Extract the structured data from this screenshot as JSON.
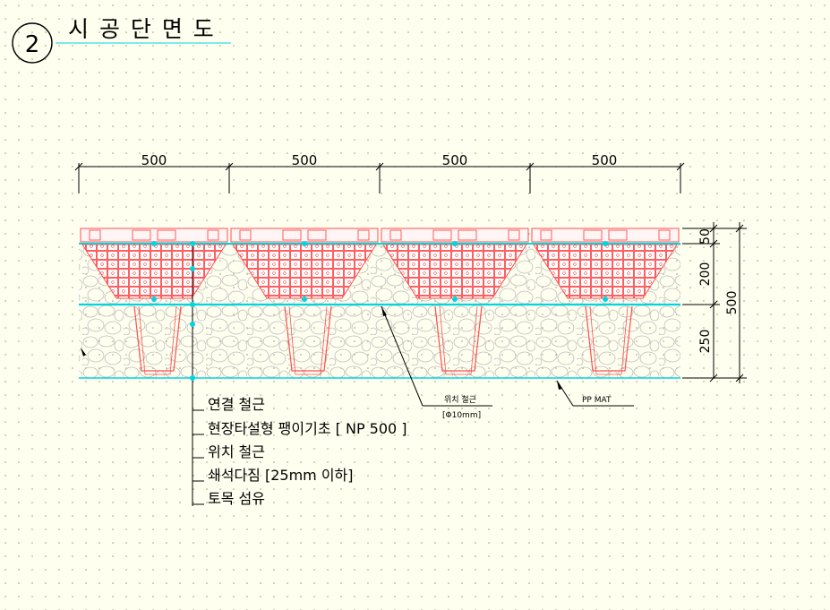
{
  "sheet": {
    "number": "2",
    "title": "시 공 단 면 도"
  },
  "dimensions": {
    "top": [
      "500",
      "500",
      "500",
      "500"
    ],
    "right_parts": [
      "50",
      "200",
      "250"
    ],
    "right_total": "500"
  },
  "labels": {
    "rebar_connect": "연결 철근",
    "footing": "현장타설형 팽이기초 [ NP 500 ]",
    "rebar_position": "위치 철근",
    "gravel": "쇄석다짐 [25mm 이하]",
    "geotextile": "토목 섬유",
    "position_rebar_note": "위치 철근",
    "position_rebar_dia": "[Φ10mm]",
    "pp_mat": "PP MAT"
  },
  "colors": {
    "background": "#fffff0",
    "line": "#000000",
    "cone": "#ff4d4d",
    "rebar": "#00d5e0",
    "gravel": "#bdbdbd"
  }
}
